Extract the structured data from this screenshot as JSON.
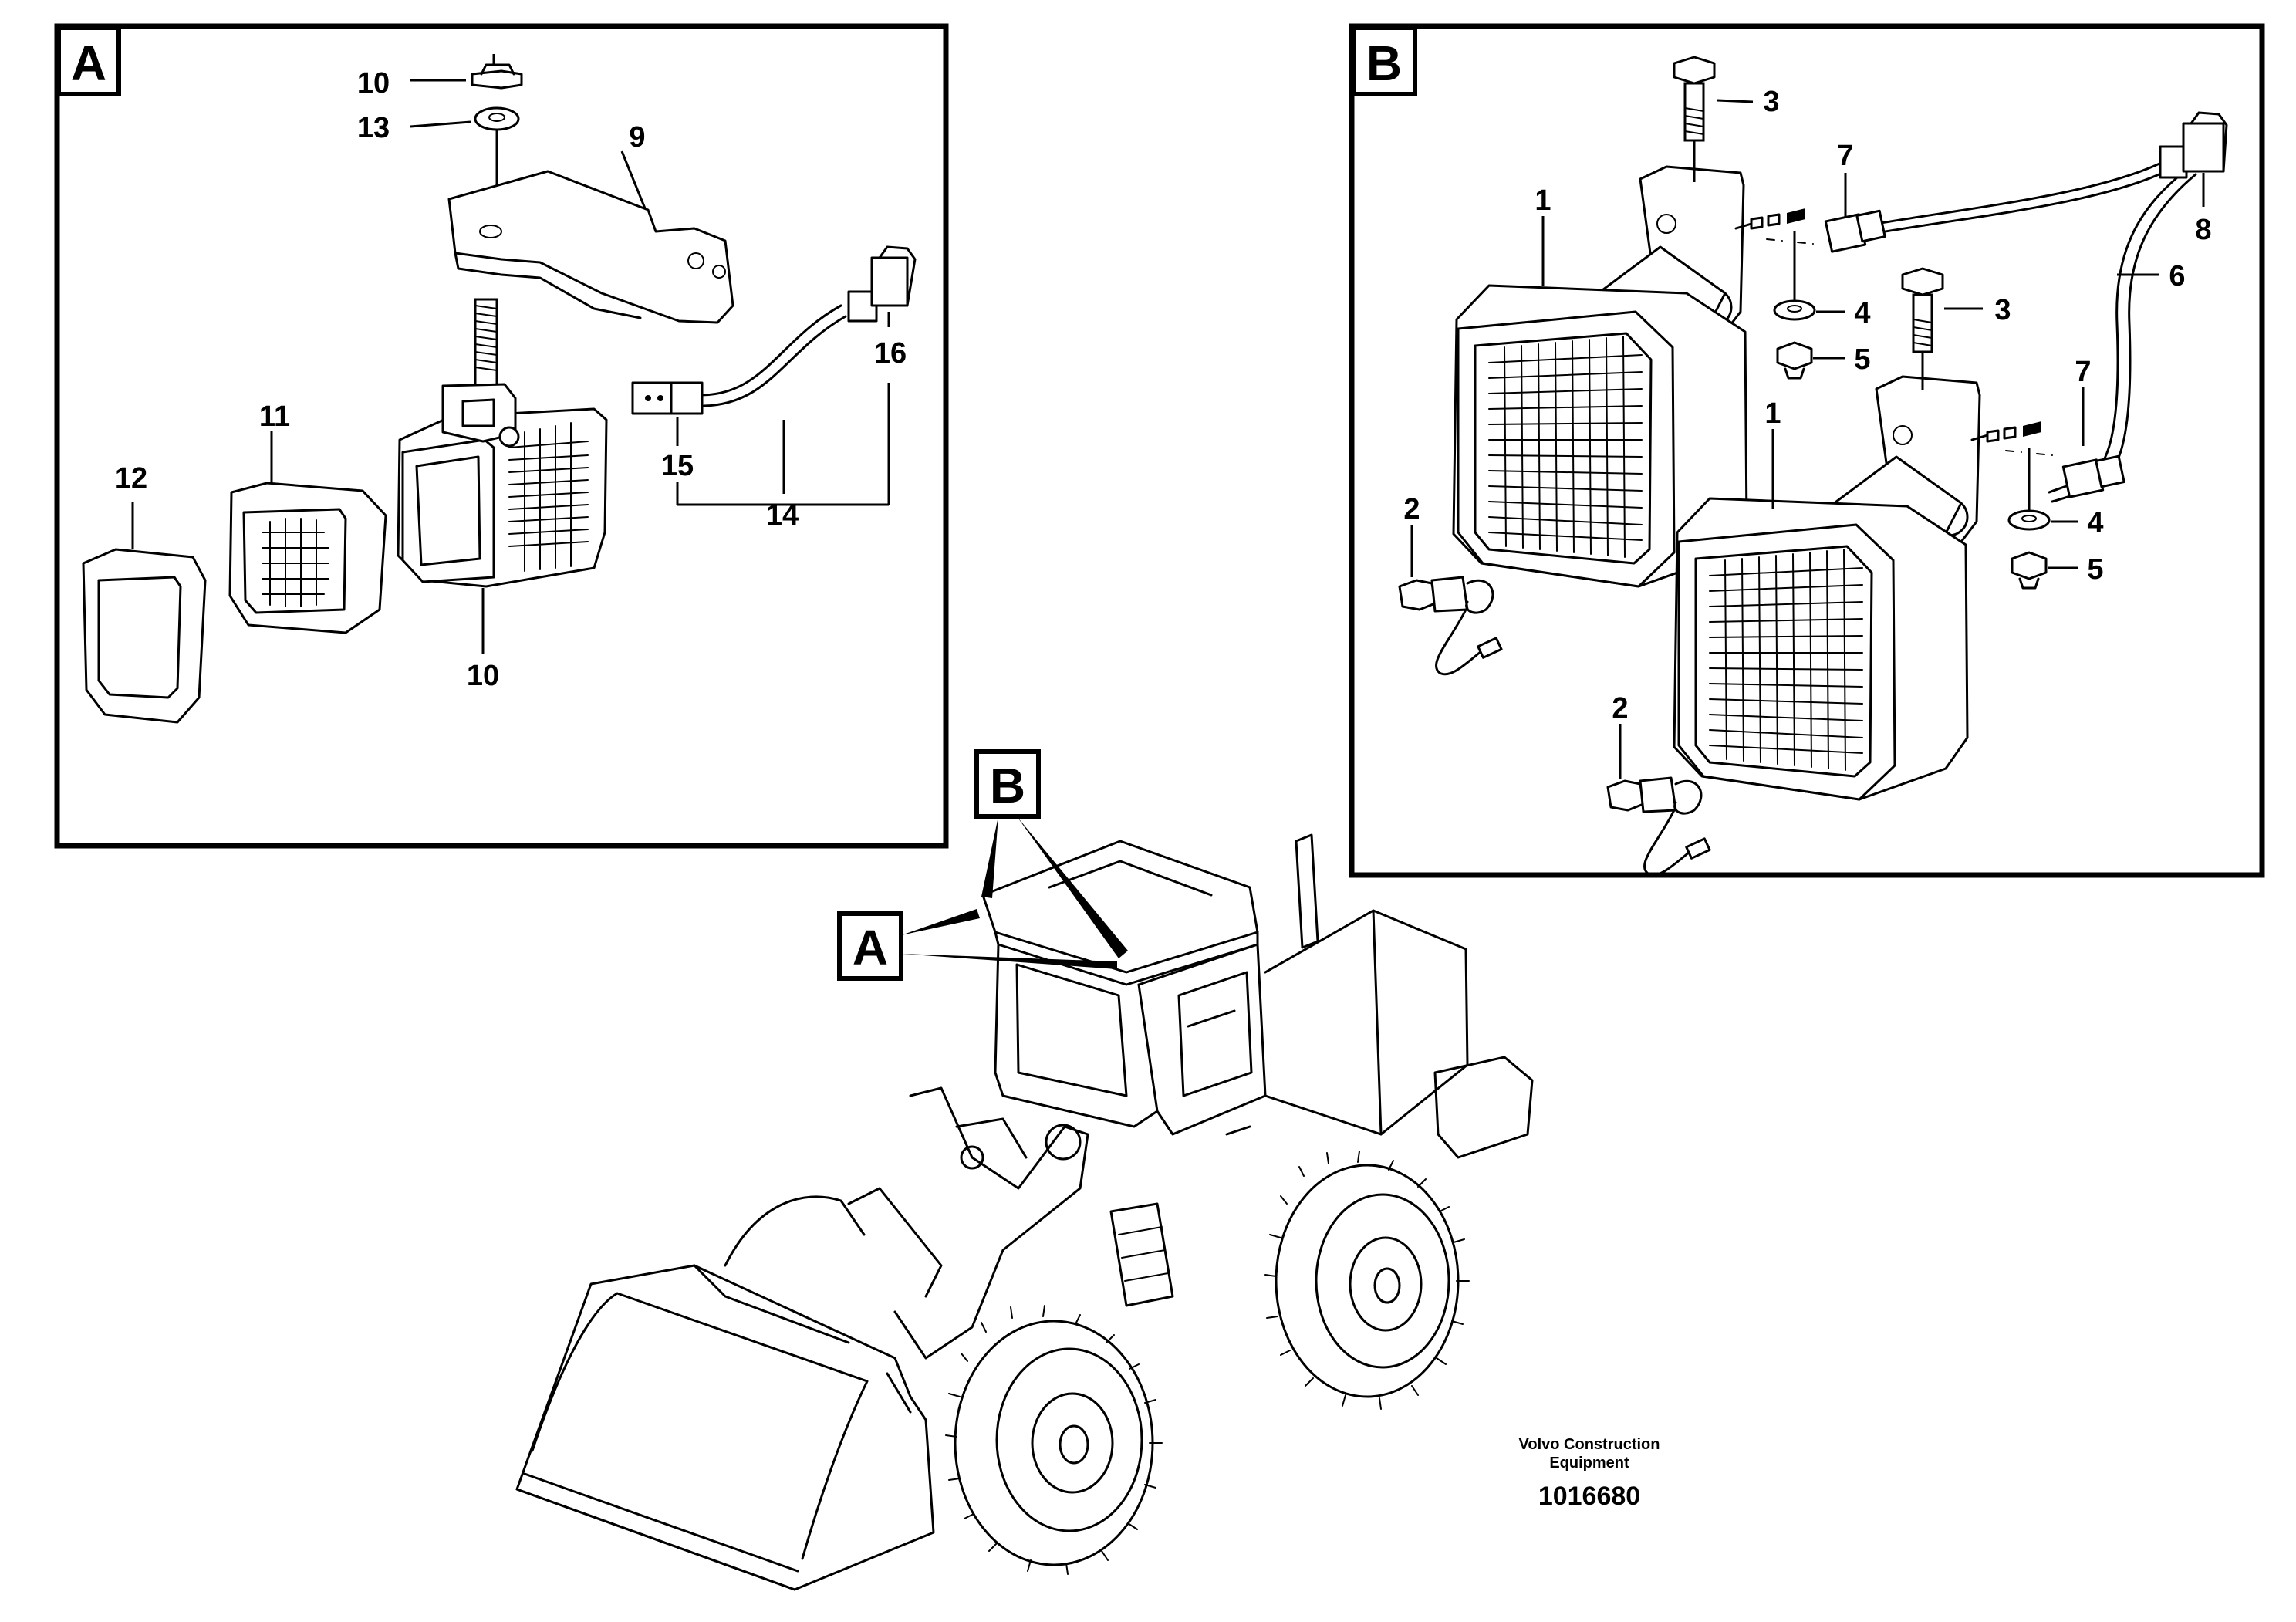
{
  "panel_a": {
    "label": "A",
    "callouts": {
      "nut_top": "10",
      "washer": "13",
      "bracket": "9",
      "lamp_housing_top": "11",
      "frame": "12",
      "housing": "10",
      "connector_left": "15",
      "cable": "14",
      "connector_right": "16"
    }
  },
  "panel_b": {
    "label": "B",
    "callouts": {
      "screw_upper": "3",
      "screw_lower": "3",
      "lamp_upper": "1",
      "lamp_lower": "1",
      "bulb_upper": "2",
      "bulb_lower": "2",
      "washer_upper": "4",
      "washer_lower": "4",
      "nut_upper": "5",
      "nut_lower": "5",
      "connector_upper": "7",
      "connector_lower": "7",
      "connector_end": "8",
      "cable": "6"
    }
  },
  "overview": {
    "label_a": "A",
    "label_b": "B"
  },
  "footer": {
    "brand_line1": "Volvo Construction",
    "brand_line2": "Equipment",
    "doc_number": "1016680"
  }
}
